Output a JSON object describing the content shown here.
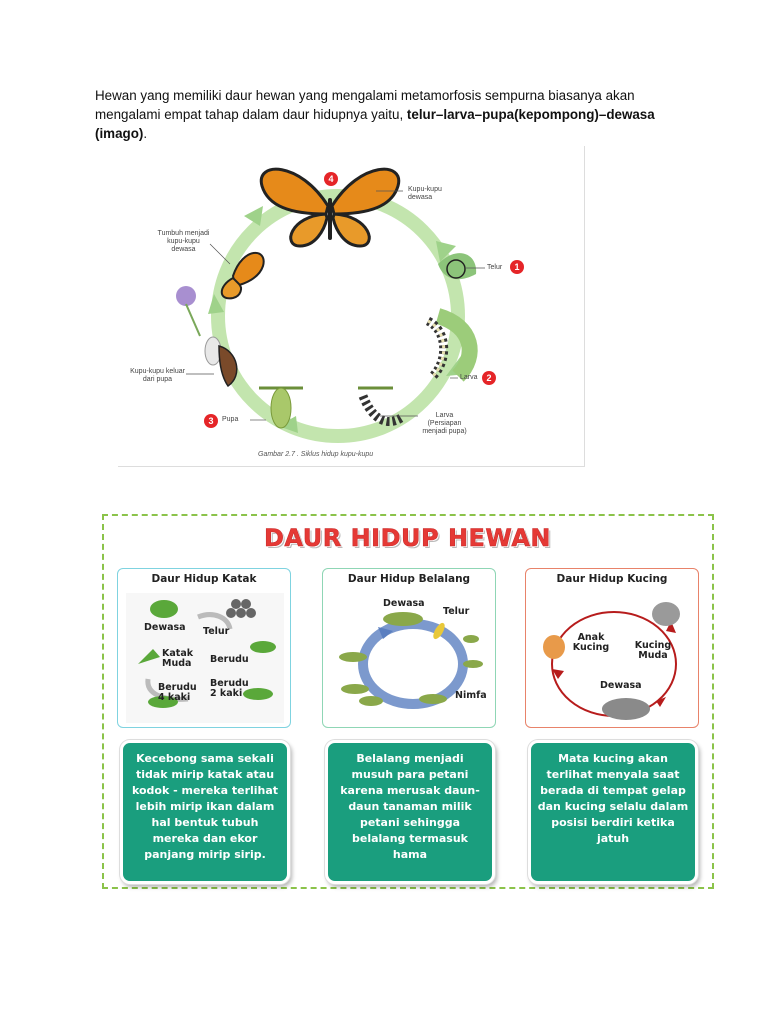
{
  "intro": {
    "text_plain": "Hewan yang memiliki daur hewan yang mengalami metamorfosis sempurna biasanya akan mengalami empat tahap dalam daur hidupnya yaitu, ",
    "text_bold": "telur–larva–pupa(kepompong)–dewasa (imago)",
    "text_end": "."
  },
  "figure1": {
    "labels": {
      "adult": "Kupu-kupu dewasa",
      "grow": "Tumbuh menjadi kupu-kupu dewasa",
      "egg": "Telur",
      "larva": "Larva",
      "larva2": "Larva (Persiapan menjadi pupa)",
      "pupa": "Pupa",
      "emerge": "Kupu-kupu keluar dari pupa"
    },
    "numbers": {
      "n1": "1",
      "n2": "2",
      "n3": "3",
      "n4": "4"
    },
    "caption": "Gambar 2.7 . Siklus hidup kupu-kupu"
  },
  "figure2": {
    "title": "DAUR HIDUP HEWAN",
    "cards": [
      {
        "title": "Daur Hidup Katak",
        "labels": [
          "Dewasa",
          "Telur",
          "Katak Muda",
          "Berudu",
          "Berudu 4 kaki",
          "Berudu 2 kaki"
        ],
        "text": "Kecebong sama sekali tidak mirip katak atau kodok - mereka terlihat lebih mirip ikan dalam hal bentuk tubuh mereka dan ekor panjang mirip sirip."
      },
      {
        "title": "Daur Hidup Belalang",
        "labels": [
          "Dewasa",
          "Telur",
          "Nimfa"
        ],
        "text": "Belalang menjadi musuh para petani karena merusak daun-daun tanaman milik petani sehingga belalang termasuk hama"
      },
      {
        "title": "Daur Hidup Kucing",
        "labels": [
          "Anak Kucing",
          "Kucing Muda",
          "Dewasa"
        ],
        "text": "Mata kucing akan terlihat menyala saat berada di tempat gelap dan kucing selalu dalam posisi berdiri ketika jatuh"
      }
    ],
    "colors": {
      "green_box": "#1a9e7e",
      "title_red": "#e53935",
      "dash": "#8bc34a",
      "frog_border": "#7fd3e0",
      "grass_border": "#8fd6b5",
      "cat_border": "#e8836a"
    }
  }
}
